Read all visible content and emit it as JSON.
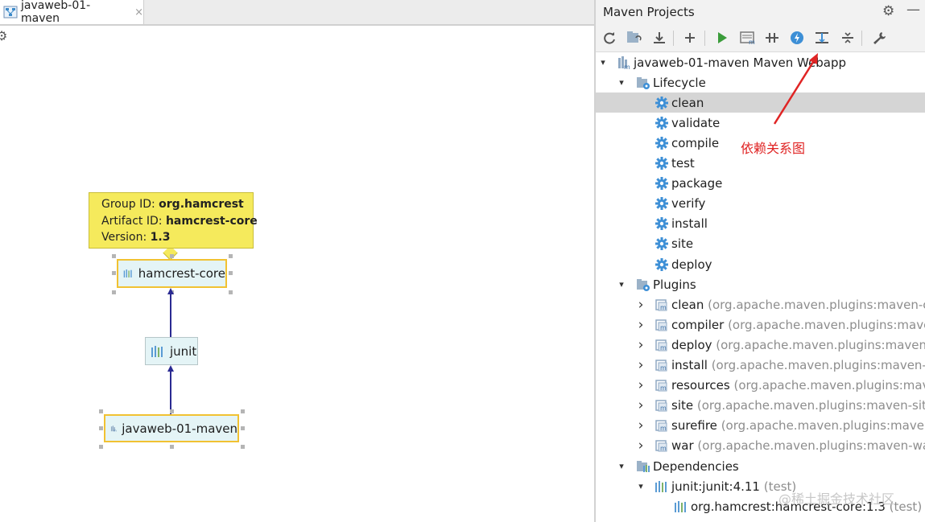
{
  "editor": {
    "tab_label": "javaweb-01-maven",
    "tab_close": "×"
  },
  "diagram": {
    "tooltip": {
      "group_label": "Group ID: ",
      "group_value": "org.hamcrest",
      "artifact_label": "Artifact ID: ",
      "artifact_value": "hamcrest-core",
      "version_label": "Version: ",
      "version_value": "1.3"
    },
    "nodes": {
      "hamcrest": "hamcrest-core",
      "junit": "junit",
      "project": "javaweb-01-maven"
    }
  },
  "panel": {
    "title": "Maven Projects",
    "toolbar": [
      "reimport-icon",
      "generate-sources-icon",
      "download-icon",
      "add-icon",
      "run-icon",
      "execute-goal-icon",
      "toggle-offline-icon",
      "skip-tests-icon",
      "show-dependencies-icon",
      "collapse-all-icon",
      "settings-wrench-icon"
    ]
  },
  "tree": {
    "root": "javaweb-01-maven Maven Webapp",
    "lifecycle": {
      "label": "Lifecycle",
      "items": [
        "clean",
        "validate",
        "compile",
        "test",
        "package",
        "verify",
        "install",
        "site",
        "deploy"
      ]
    },
    "plugins": {
      "label": "Plugins",
      "items": [
        {
          "name": "clean",
          "coords": "(org.apache.maven.plugins:maven-clean"
        },
        {
          "name": "compiler",
          "coords": "(org.apache.maven.plugins:maven-c"
        },
        {
          "name": "deploy",
          "coords": "(org.apache.maven.plugins:maven-dep"
        },
        {
          "name": "install",
          "coords": "(org.apache.maven.plugins:maven-insta"
        },
        {
          "name": "resources",
          "coords": "(org.apache.maven.plugins:maven-"
        },
        {
          "name": "site",
          "coords": "(org.apache.maven.plugins:maven-site-pl"
        },
        {
          "name": "surefire",
          "coords": "(org.apache.maven.plugins:maven-su"
        },
        {
          "name": "war",
          "coords": "(org.apache.maven.plugins:maven-war-pl"
        }
      ]
    },
    "dependencies": {
      "label": "Dependencies",
      "junit": "junit:junit:4.11",
      "junit_scope": "(test)",
      "hamcrest": "org.hamcrest:hamcrest-core:1.3",
      "hamcrest_scope": "(test)"
    }
  },
  "annotation": "依赖关系图",
  "watermark": "@稀土掘金技术社区",
  "colors": {
    "selection_row": "#d5d5d5",
    "node_fill": "#e4f4f6",
    "node_selected_border": "#f1c232",
    "tooltip_bg": "#f5ea5c",
    "edge": "#2a2a92",
    "annotation": "#e02424",
    "gear_blue": "#3d8fd6"
  }
}
